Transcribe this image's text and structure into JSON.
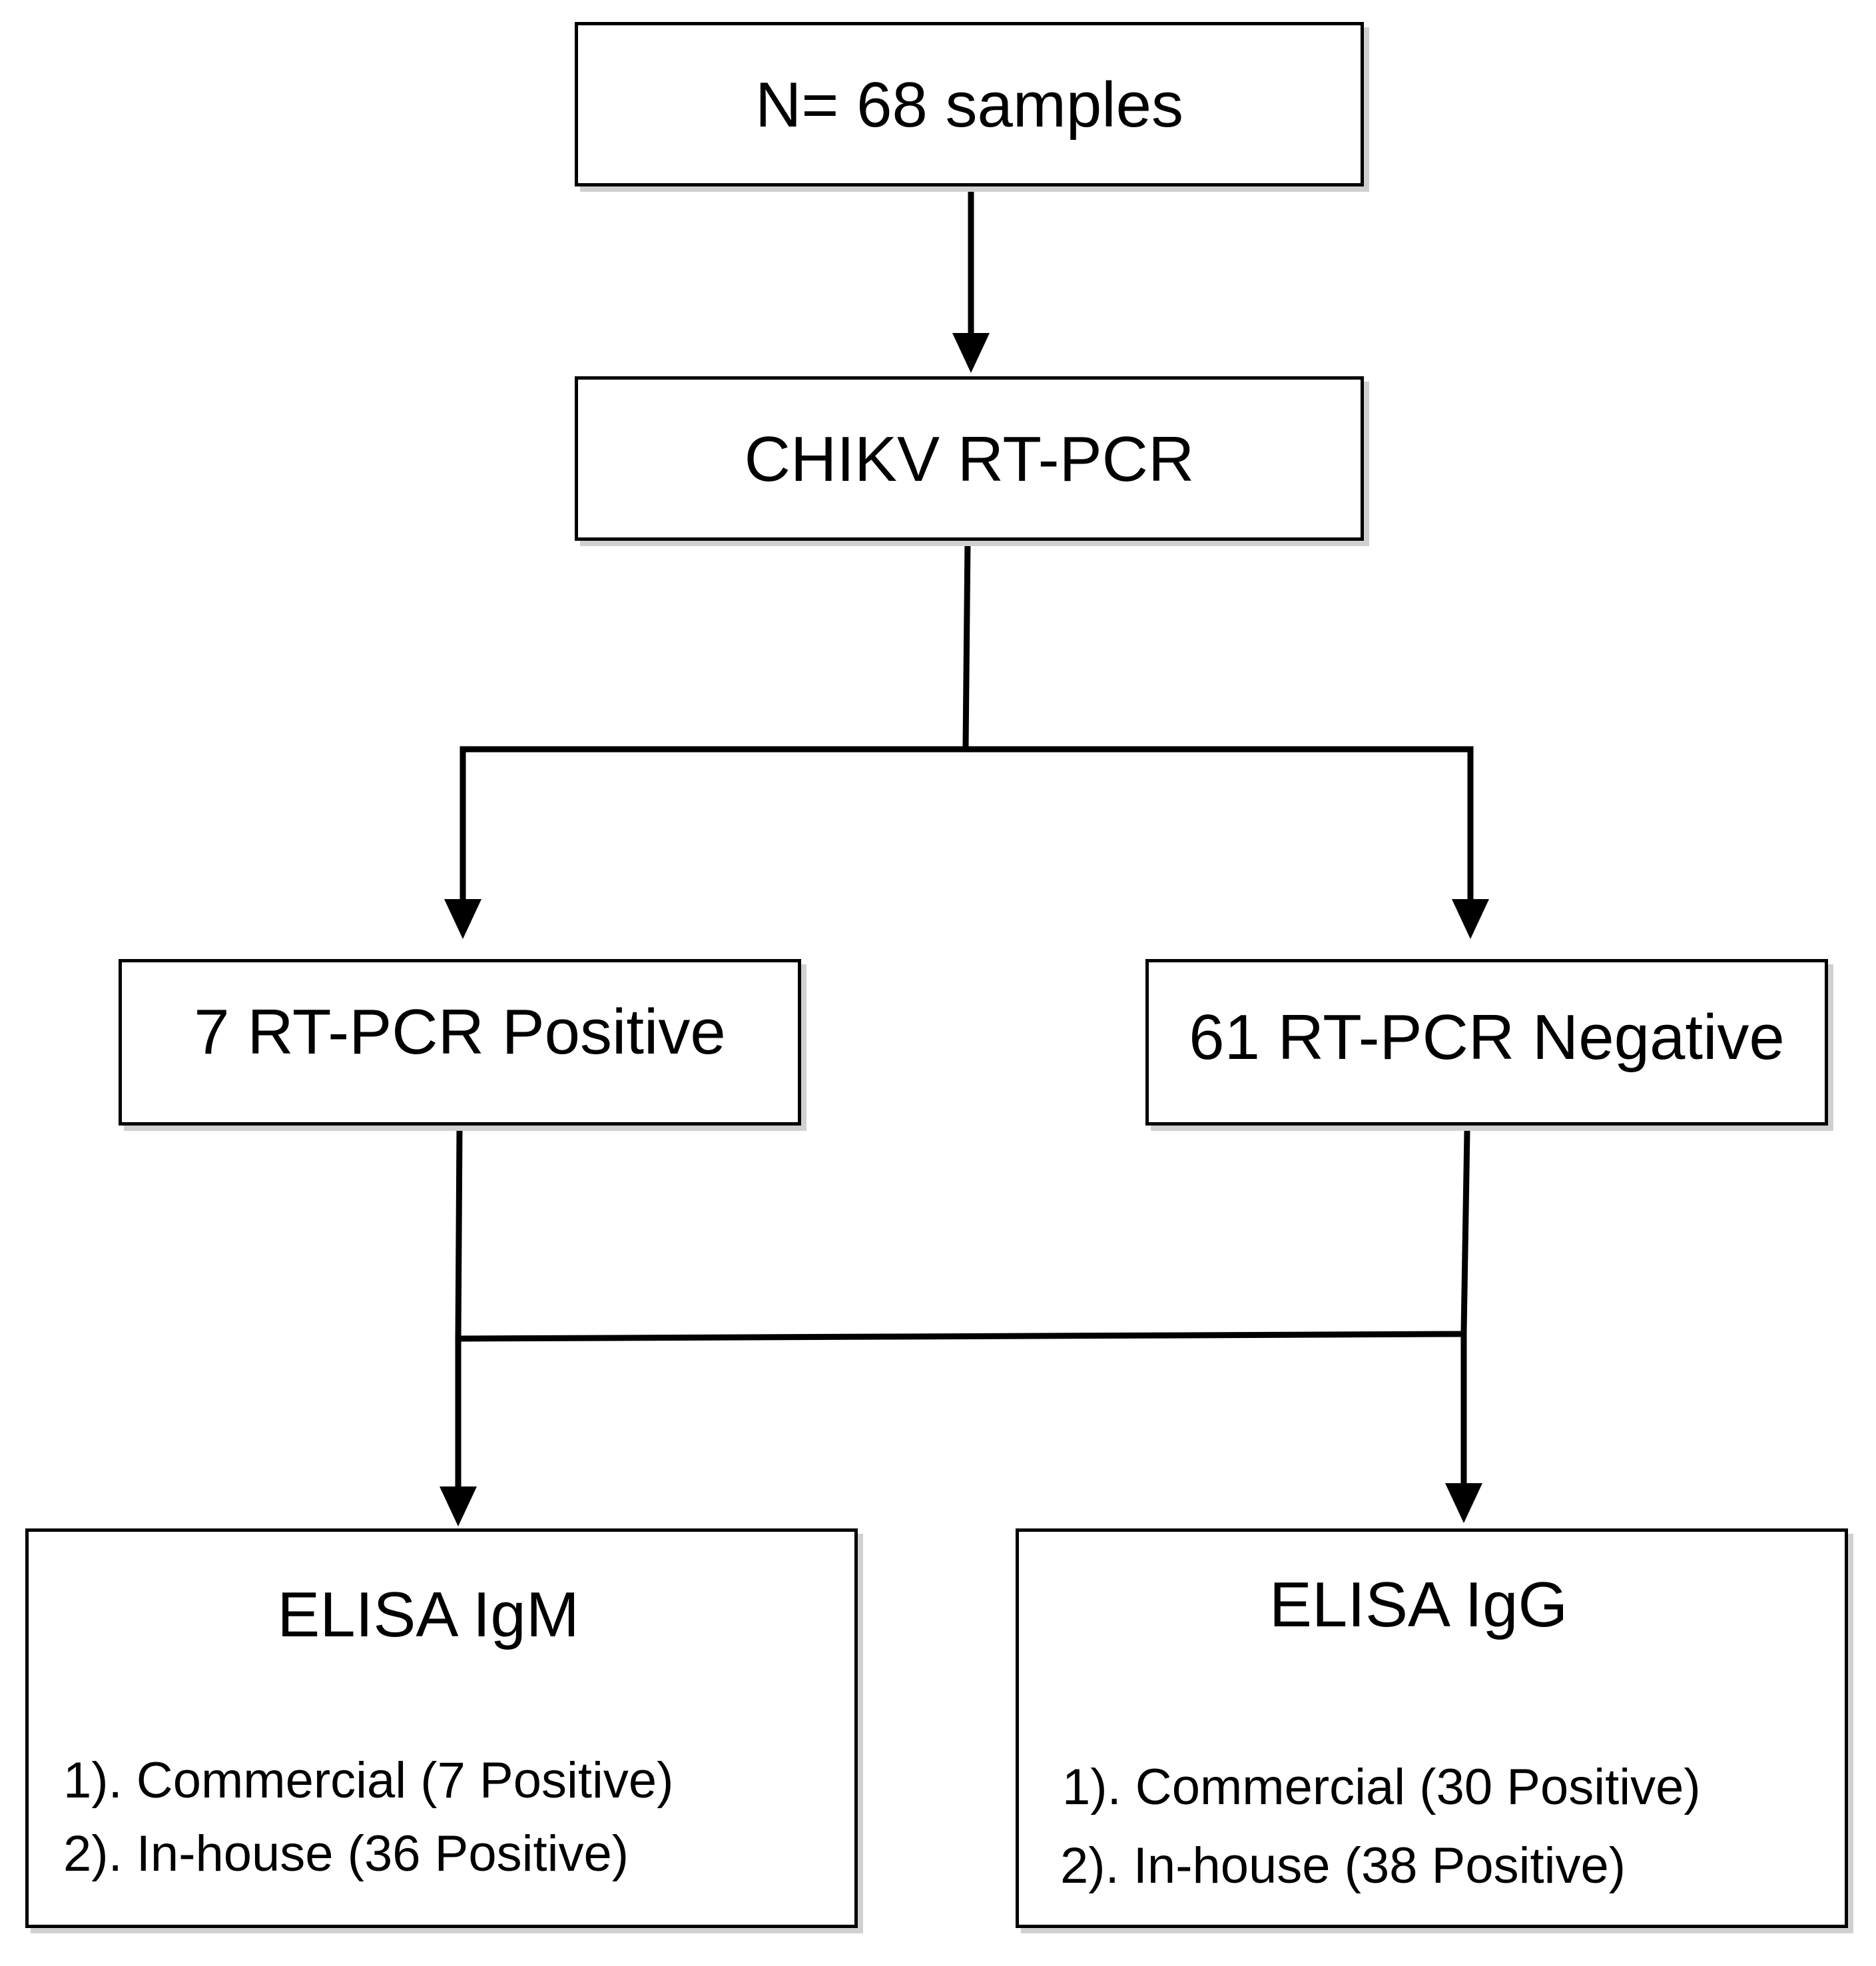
{
  "nodes": {
    "total_samples": "N= 68 samples",
    "rt_pcr": "CHIKV RT-PCR",
    "rt_pcr_positive": "7 RT-PCR Positive",
    "rt_pcr_negative": "61 RT-PCR Negative",
    "elisa_igm": {
      "title": "ELISA IgM",
      "items": [
        "1). Commercial (7 Positive)",
        "2). In-house (36 Positive)"
      ]
    },
    "elisa_igg": {
      "title": "ELISA IgG",
      "items": [
        "1). Commercial (30 Positive)",
        "2). In-house (38 Positive)"
      ]
    }
  },
  "colors": {
    "line": "#000000",
    "box_border": "#000000",
    "shadow": "#d0d0d0"
  }
}
